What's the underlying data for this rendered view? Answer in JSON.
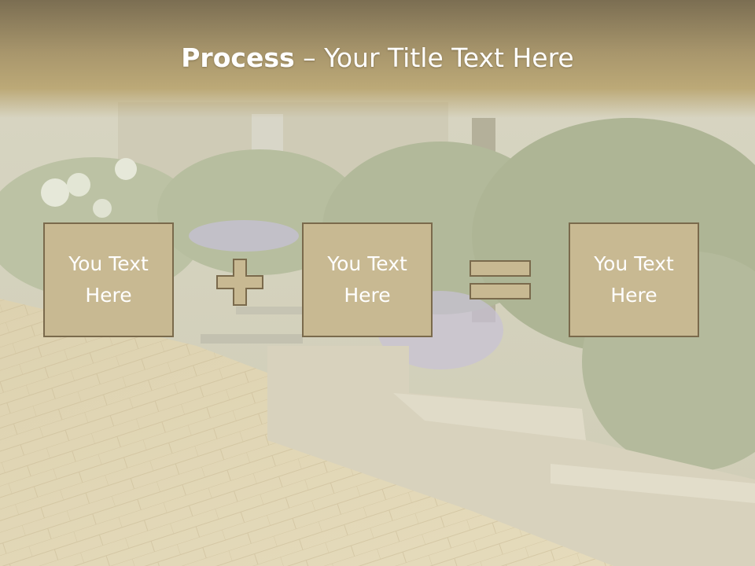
{
  "slide": {
    "title_bold": "Process",
    "title_dash": " – ",
    "title_rest": "Your Title Text Here",
    "box1": "You Text\nHere",
    "box2": "You Text\nHere",
    "box3": "You Text\nHere",
    "operator1": "plus-icon",
    "operator2": "equals-icon"
  },
  "colors": {
    "header": "#a8966c",
    "box_fill": "#c8b992",
    "box_border": "#7a6a4c",
    "text": "#ffffff"
  }
}
